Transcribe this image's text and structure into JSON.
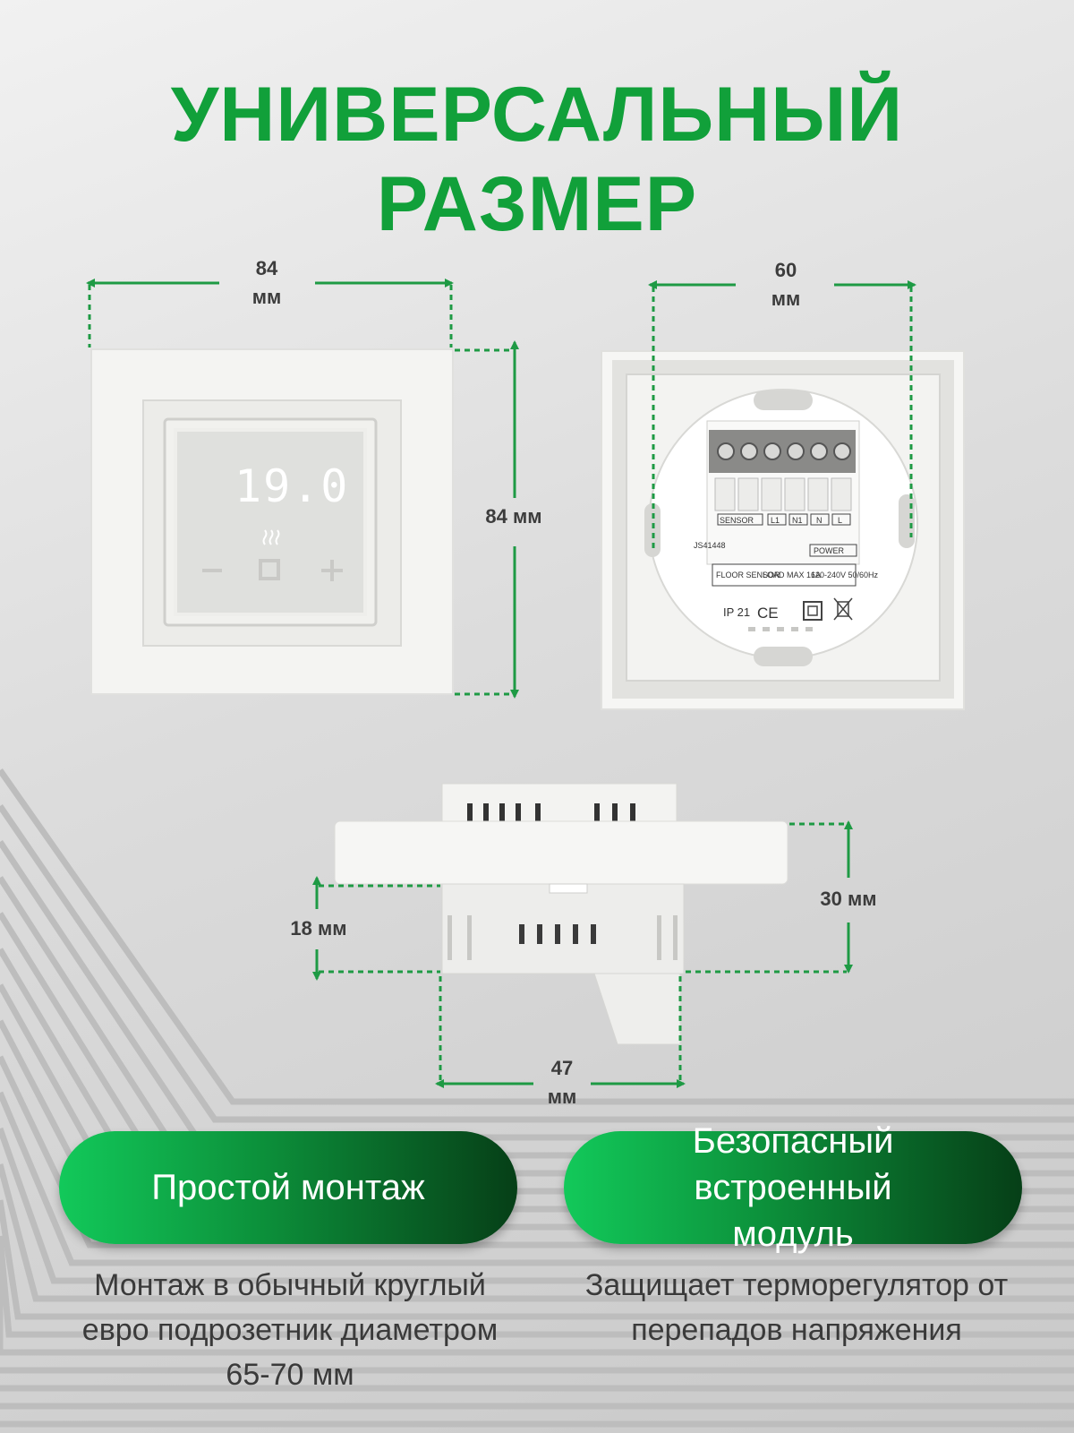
{
  "title": {
    "line1": "УНИВЕРСАЛЬНЫЙ",
    "line2": "РАЗМЕР"
  },
  "dimensions": {
    "front_width": {
      "value": "84",
      "unit": "мм"
    },
    "front_height": "84 мм",
    "back_width": {
      "value": "60",
      "unit": "мм"
    },
    "depth_total": "30 мм",
    "depth_inset": "18 мм",
    "body_width": {
      "value": "47",
      "unit": "мм"
    }
  },
  "device": {
    "display_temp": "19.0",
    "terminal_labels": [
      "SENSOR",
      "L1",
      "N1",
      "N",
      "L"
    ],
    "power_label": "POWER",
    "cert_code": "JS41448",
    "info_blocks": [
      "FLOOR SENSOR",
      "LOAD MAX 16A",
      "120-240V 50/60Hz"
    ],
    "ip_rating": "IP 21",
    "ce_mark": "CE"
  },
  "features": [
    {
      "title": "Простой монтаж",
      "desc": "Монтаж в обычный круглый евро подрозетник диаметром 65-70 мм"
    },
    {
      "title": "Безопасный встроенный модуль",
      "desc": "Защищает терморегулятор от перепадов напряжения"
    }
  ],
  "colors": {
    "accent": "#11a03a",
    "dim_line": "#1e9a44",
    "text": "#3a3a3a"
  }
}
